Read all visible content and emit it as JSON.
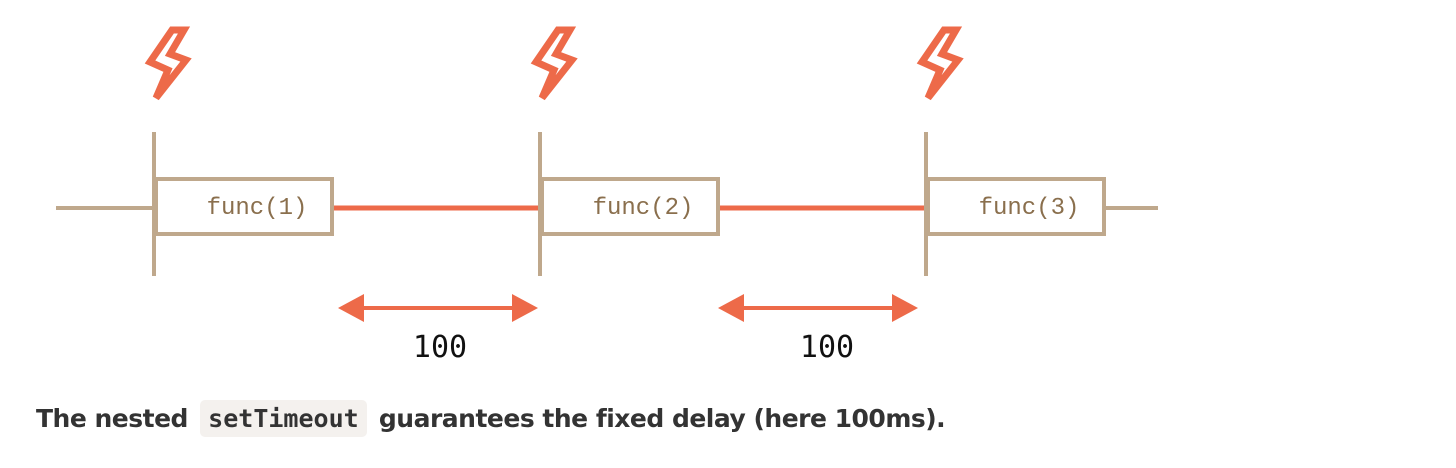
{
  "diagram": {
    "calls": [
      {
        "label": "func(1)"
      },
      {
        "label": "func(2)"
      },
      {
        "label": "func(3)"
      }
    ],
    "delays": [
      {
        "label": "100"
      },
      {
        "label": "100"
      }
    ],
    "icons": [
      "lightning-icon",
      "lightning-icon",
      "lightning-icon"
    ],
    "colors": {
      "timeline": "#bfa88c",
      "delay_line": "#ed6a49",
      "func_text": "#8a6f4d",
      "lightning": "#ed6a49"
    }
  },
  "caption": {
    "before": "The nested",
    "code": "setTimeout",
    "after": "guarantees the fixed delay (here 100ms)."
  }
}
